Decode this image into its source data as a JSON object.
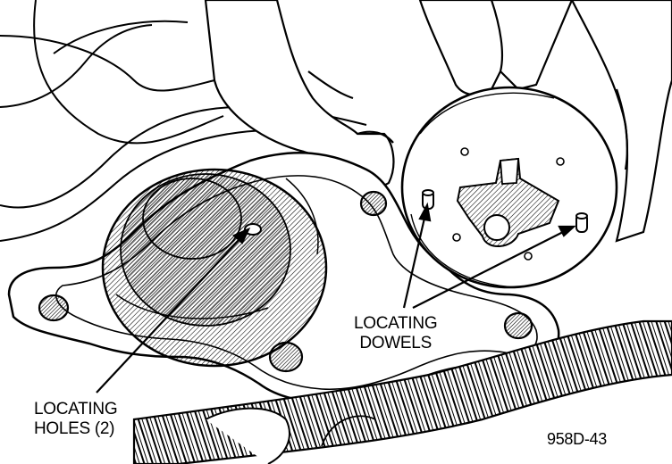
{
  "labels": {
    "locating_holes": [
      "LOCATING",
      "HOLES (2)"
    ],
    "locating_dowels": [
      "LOCATING",
      "DOWELS"
    ],
    "figure_id": "958D-43"
  },
  "colors": {
    "ink": "#000000",
    "paper": "#ffffff"
  }
}
